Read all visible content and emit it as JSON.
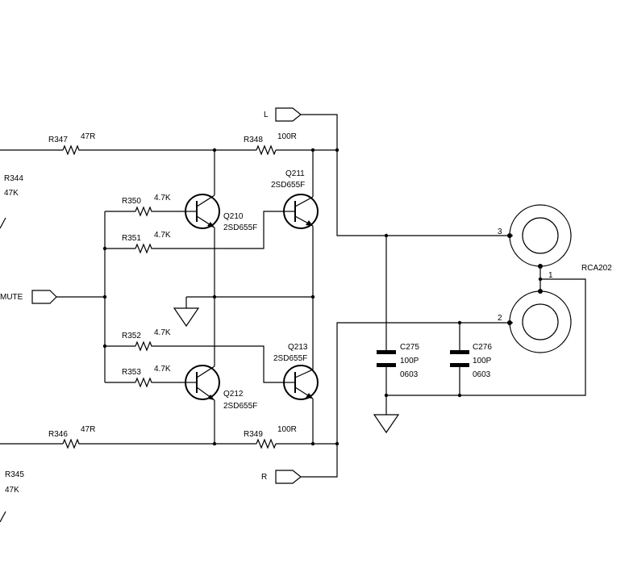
{
  "ports": {
    "left": "L",
    "right": "R",
    "mute": "MUTE"
  },
  "resistors": {
    "r347": {
      "ref": "R347",
      "value": "47R"
    },
    "r348": {
      "ref": "R348",
      "value": "100R"
    },
    "r344": {
      "ref": "R344",
      "value": "47K"
    },
    "r350": {
      "ref": "R350",
      "value": "4.7K"
    },
    "r351": {
      "ref": "R351",
      "value": "4.7K"
    },
    "r352": {
      "ref": "R352",
      "value": "4.7K"
    },
    "r353": {
      "ref": "R353",
      "value": "4.7K"
    },
    "r346": {
      "ref": "R346",
      "value": "47R"
    },
    "r349": {
      "ref": "R349",
      "value": "100R"
    },
    "r345": {
      "ref": "R345",
      "value": "47K"
    }
  },
  "transistors": {
    "q210": {
      "ref": "Q210",
      "part": "2SD655F"
    },
    "q211": {
      "ref": "Q211",
      "part": "2SD655F"
    },
    "q212": {
      "ref": "Q212",
      "part": "2SD655F"
    },
    "q213": {
      "ref": "Q213",
      "part": "2SD655F"
    }
  },
  "capacitors": {
    "c275": {
      "ref": "C275",
      "value": "100P",
      "package": "0603"
    },
    "c276": {
      "ref": "C276",
      "value": "100P",
      "package": "0603"
    }
  },
  "connector": {
    "ref": "RCA202",
    "pins": {
      "p1": "1",
      "p2": "2",
      "p3": "3"
    }
  }
}
